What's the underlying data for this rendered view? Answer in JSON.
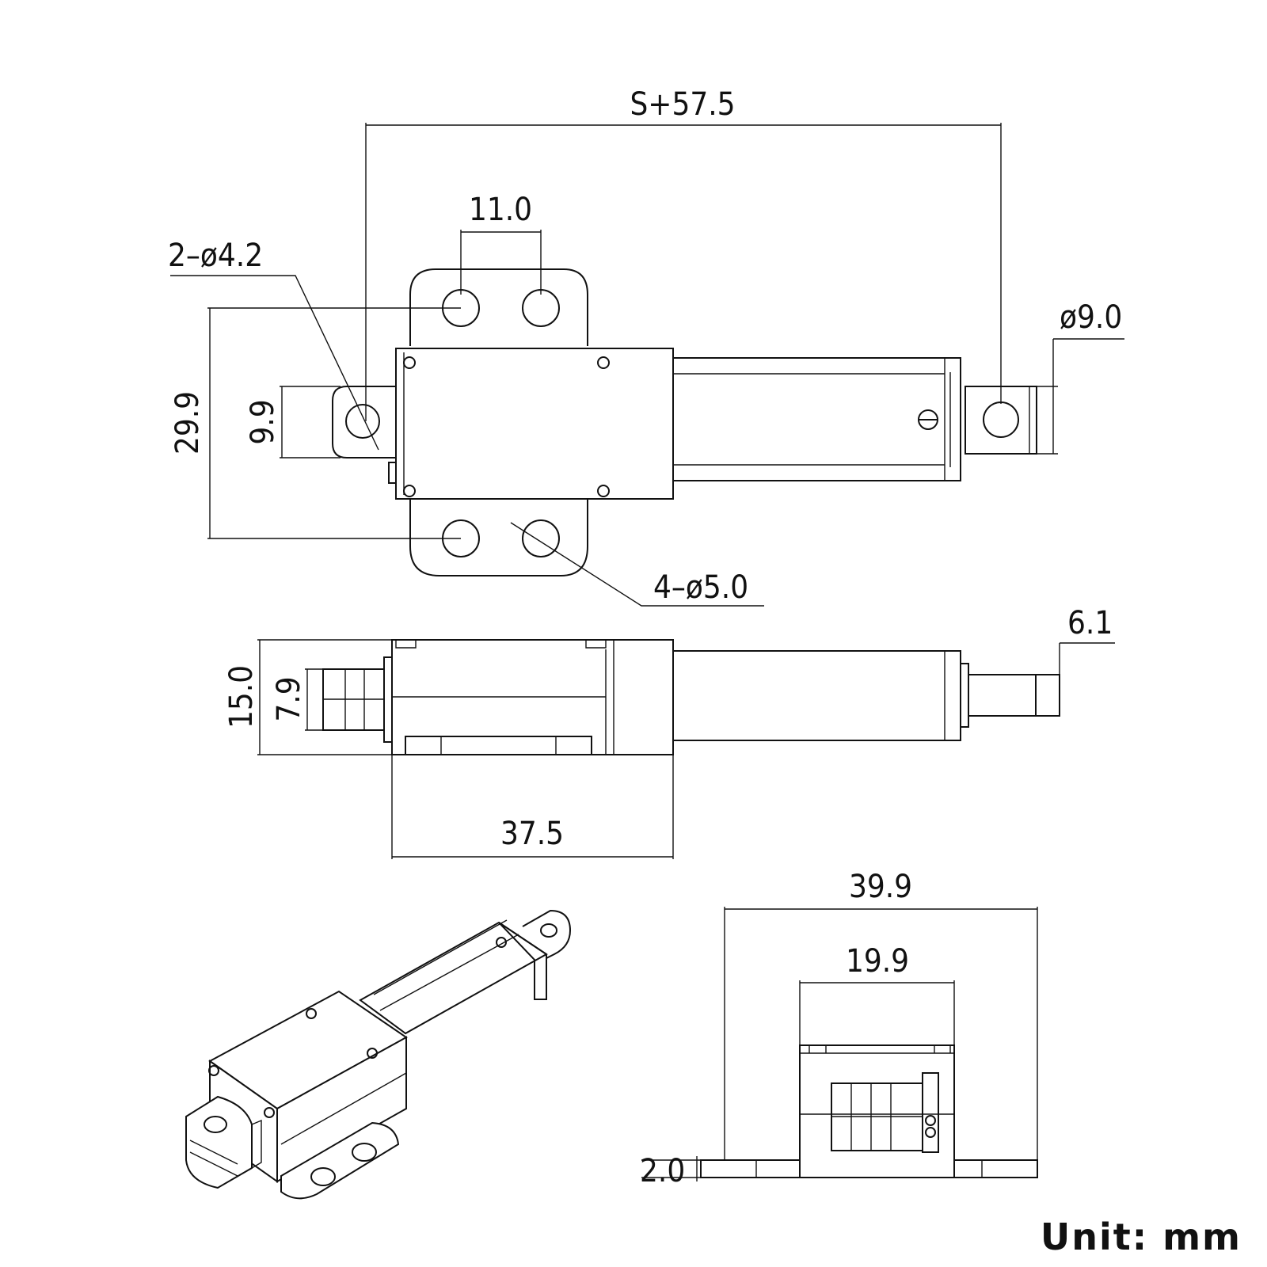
{
  "dimensions": {
    "overall_length": "S+57.5",
    "bracket_hole_spacing": "11.0",
    "rear_hole": "2–ø4.2",
    "rod_end_diameter": "ø9.0",
    "bracket_width": "29.9",
    "rear_tab_width": "9.9",
    "bracket_holes": "4–ø5.0",
    "rod_end_thickness": "6.1",
    "body_height": "15.0",
    "rear_tab_thickness": "7.9",
    "body_length": "37.5",
    "end_bracket_width": "39.9",
    "end_body_width": "19.9",
    "bracket_thickness": "2.0"
  },
  "unit_label": "Unit: mm"
}
